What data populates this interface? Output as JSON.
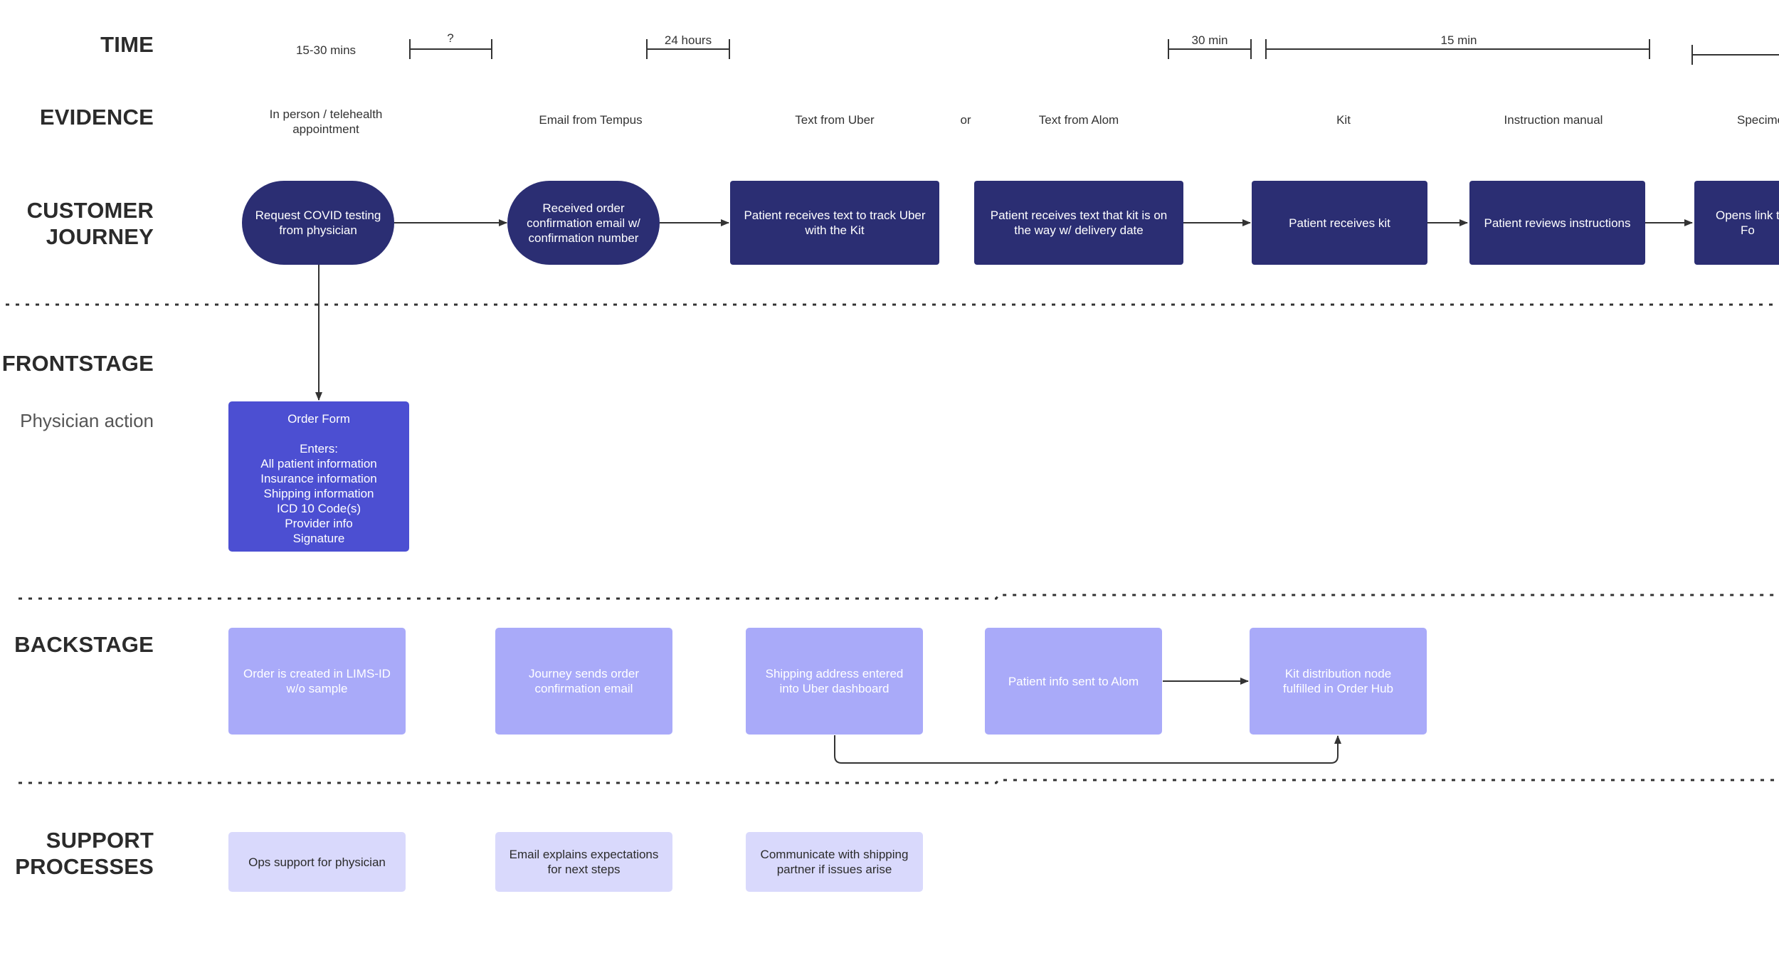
{
  "rows": {
    "time": "TIME",
    "evidence": "EVIDENCE",
    "customer_journey": "CUSTOMER\nJOURNEY",
    "frontstage": "FRONTSTAGE",
    "physician_action": "Physician action",
    "backstage": "BACKSTAGE",
    "support_processes": "SUPPORT\nPROCESSES"
  },
  "time_labels": {
    "t1": "15-30 mins",
    "t2": "?",
    "t3": "24 hours",
    "t4": "30 min",
    "t5": "15 min"
  },
  "evidence": {
    "e1": "In person / telehealth\nappointment",
    "e2": "Email  from Tempus",
    "e3": "Text  from Uber",
    "or": "or",
    "e4": "Text  from Alom",
    "e5": "Kit",
    "e6": "Instruction manual",
    "e7": "Specime"
  },
  "journey": {
    "j1": "Request COVID testing\nfrom physician",
    "j2": "Received order\nconfirmation email w/\nconfirmation number",
    "j3": "Patient receives text to track Uber\nwith the Kit",
    "j4": "Patient receives text that kit is on\nthe way w/ delivery date",
    "j5": "Patient receives kit",
    "j6": "Patient reviews instructions",
    "j7": "Opens link t\nFo"
  },
  "frontstage": {
    "order_form": "Order Form\n\nEnters:\nAll patient information\nInsurance information\nShipping information\nICD 10 Code(s)\nProvider info\nSignature"
  },
  "backstage": {
    "b1": "Order is created in LIMS-ID\nw/o sample",
    "b2": "Journey sends order\nconfirmation email",
    "b3": "Shipping address entered\ninto Uber dashboard",
    "b4": "Patient info sent to Alom",
    "b5": "Kit distribution node\nfulfilled in Order Hub"
  },
  "support": {
    "s1": "Ops support for physician",
    "s2": "Email explains expectations\nfor next steps",
    "s3": "Communicate with shipping\npartner if issues arise"
  },
  "colors": {
    "journey": "#2b2e73",
    "frontstage": "#4c4fd2",
    "backstage": "#a9aaf9",
    "support": "#d9d9fc"
  }
}
